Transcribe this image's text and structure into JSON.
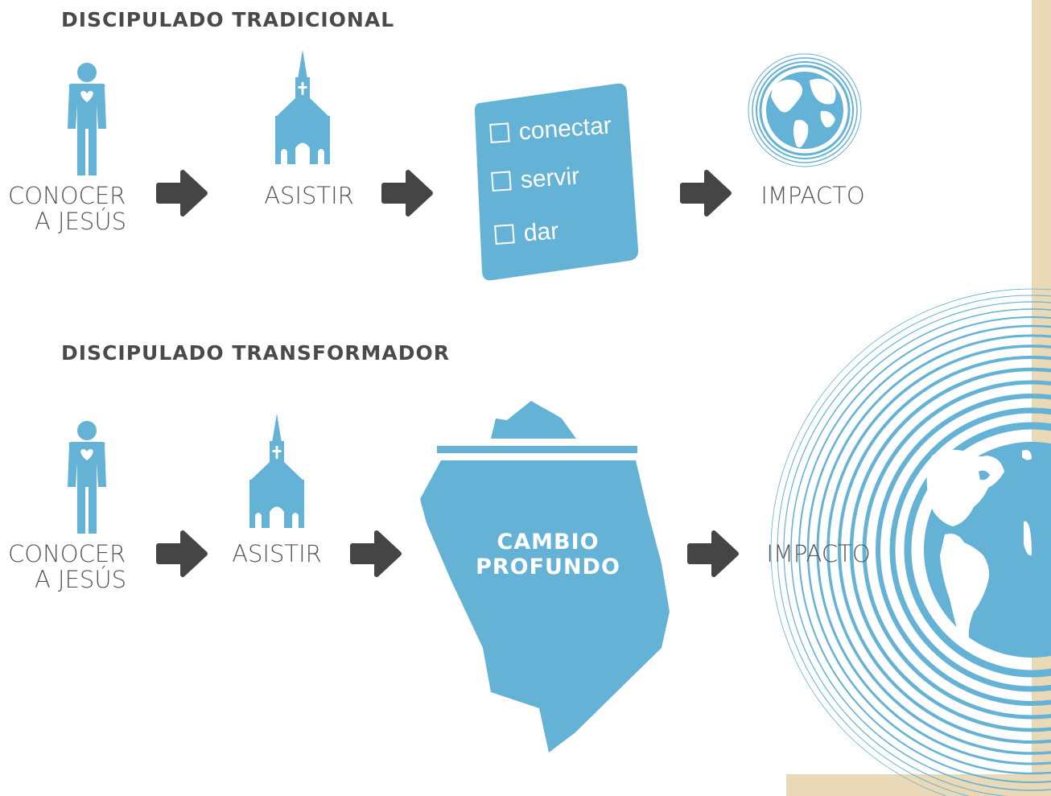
{
  "colors": {
    "blue": "#64b2d5",
    "dark": "#454545",
    "beige": "#ead9b6"
  },
  "traditional": {
    "title": "DISCIPULADO TRADICIONAL",
    "step1": "CONOCER",
    "step1b": "A JESÚS",
    "step2": "ASISTIR",
    "checklist": [
      "conectar",
      "servir",
      "dar"
    ],
    "step4": "IMPACTO"
  },
  "transformational": {
    "title": "DISCIPULADO TRANSFORMADOR",
    "step1": "CONOCER",
    "step1b": "A JESÚS",
    "step2": "ASISTIR",
    "iceberg_line1": "CAMBIO",
    "iceberg_line2": "PROFUNDO",
    "step4": "IMPACTO"
  }
}
